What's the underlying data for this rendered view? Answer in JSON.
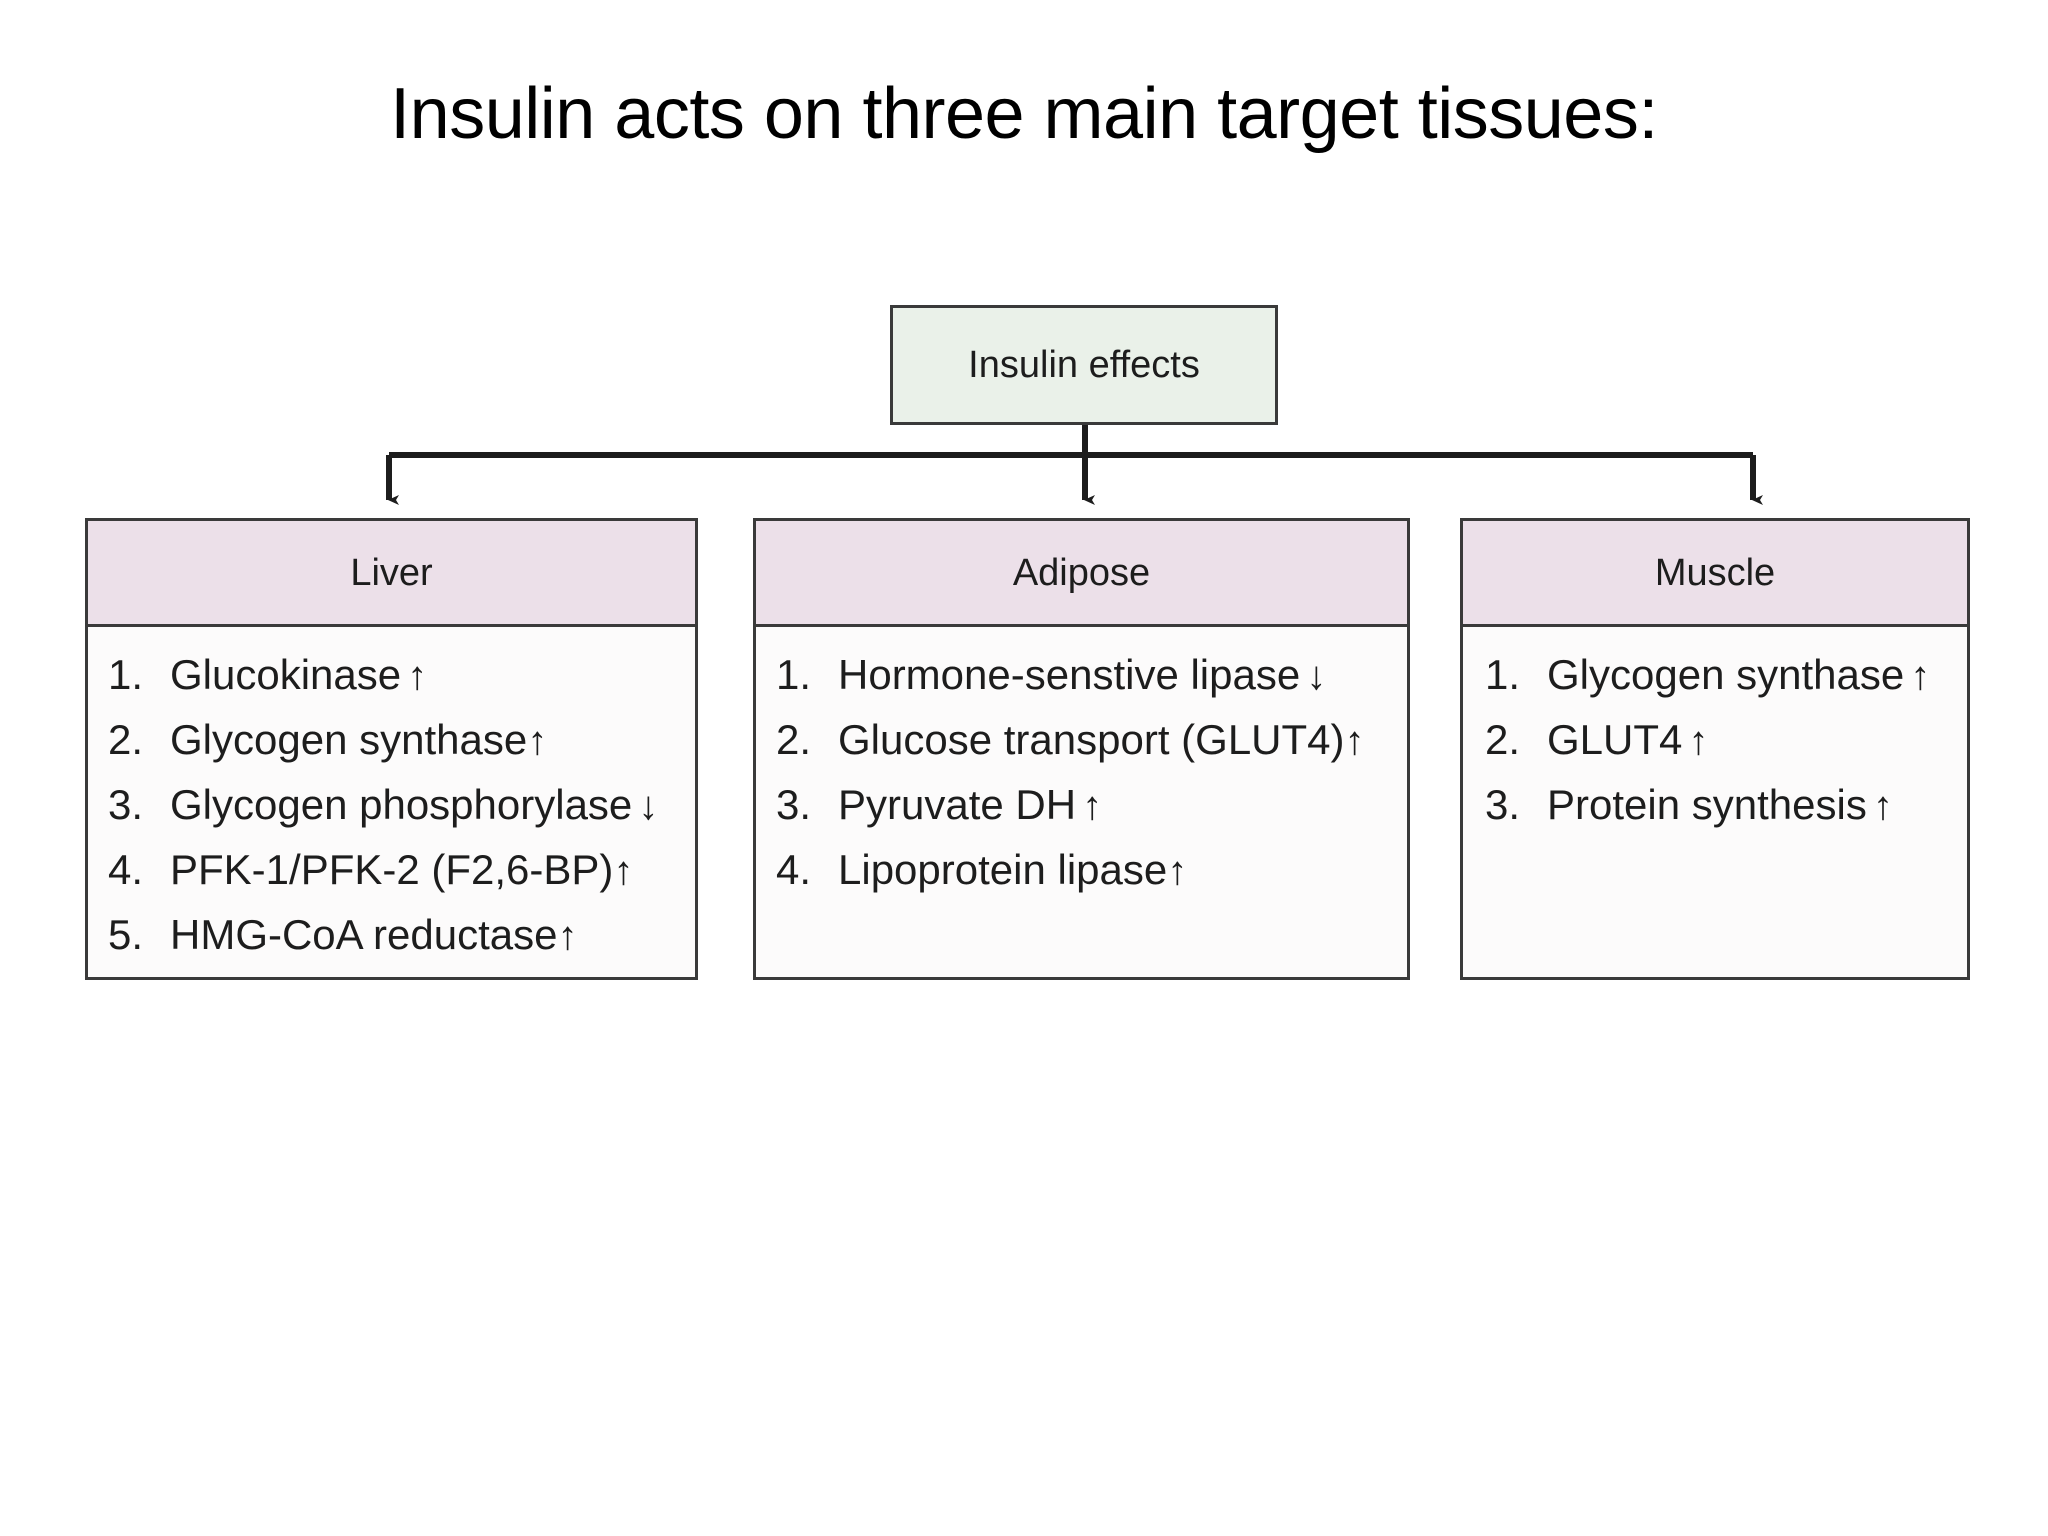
{
  "slide": {
    "title": "Insulin acts on three main target tissues:",
    "background_color": "#ffffff"
  },
  "diagram": {
    "type": "tree-flowchart",
    "root": {
      "label": "Insulin effects",
      "fill_color": "#eaf1e9",
      "border_color": "#3a3a3a"
    },
    "connector": {
      "style": "orthogonal-bus",
      "arrowheads": 3,
      "line_color": "#1d1d1d"
    },
    "header_fill_color": "#ece0e9",
    "body_fill_color": "#fcfbfb",
    "branches": [
      {
        "name": "liver",
        "header": "Liver",
        "effects": [
          {
            "num": "1.",
            "text": "Glucokinase",
            "direction": "↑",
            "spacing": "loose"
          },
          {
            "num": "2.",
            "text": "Glycogen synthase",
            "direction": "↑",
            "spacing": "tight"
          },
          {
            "num": "3.",
            "text": "Glycogen phosphorylase",
            "direction": "↓",
            "spacing": "loose"
          },
          {
            "num": "4.",
            "text": "PFK-1/PFK-2 (F2,6-BP)",
            "direction": "↑",
            "spacing": "tight"
          },
          {
            "num": "5.",
            "text": "HMG-CoA reductase",
            "direction": "↑",
            "spacing": "tight"
          }
        ]
      },
      {
        "name": "adipose",
        "header": "Adipose",
        "effects": [
          {
            "num": "1.",
            "text": "Hormone-senstive lipase",
            "direction": "↓",
            "spacing": "loose"
          },
          {
            "num": "2.",
            "text": "Glucose transport (GLUT4)",
            "direction": "↑",
            "spacing": "tight"
          },
          {
            "num": "3.",
            "text": "Pyruvate DH",
            "direction": "↑",
            "spacing": "loose"
          },
          {
            "num": "4.",
            "text": "Lipoprotein lipase",
            "direction": "↑",
            "spacing": "tight"
          }
        ]
      },
      {
        "name": "muscle",
        "header": "Muscle",
        "effects": [
          {
            "num": "1.",
            "text": "Glycogen synthase",
            "direction": "↑",
            "spacing": "loose"
          },
          {
            "num": "2.",
            "text": "GLUT4",
            "direction": "↑",
            "spacing": "loose"
          },
          {
            "num": "3.",
            "text": "Protein synthesis",
            "direction": "↑",
            "spacing": "loose"
          }
        ]
      }
    ]
  }
}
